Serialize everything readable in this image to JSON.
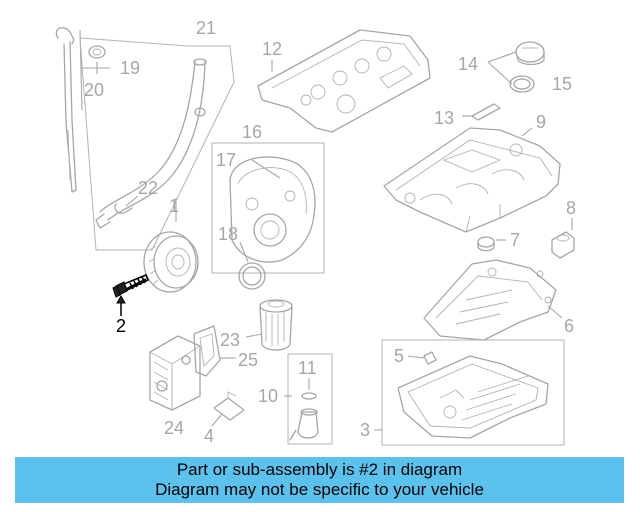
{
  "callouts": [
    {
      "id": "c1",
      "label": "1"
    },
    {
      "id": "c2",
      "label": "2",
      "highlighted": true
    },
    {
      "id": "c3",
      "label": "3"
    },
    {
      "id": "c4",
      "label": "4"
    },
    {
      "id": "c5",
      "label": "5"
    },
    {
      "id": "c6",
      "label": "6"
    },
    {
      "id": "c7",
      "label": "7"
    },
    {
      "id": "c8",
      "label": "8"
    },
    {
      "id": "c9",
      "label": "9"
    },
    {
      "id": "c10",
      "label": "10"
    },
    {
      "id": "c11",
      "label": "11"
    },
    {
      "id": "c12",
      "label": "12"
    },
    {
      "id": "c13",
      "label": "13"
    },
    {
      "id": "c14",
      "label": "14"
    },
    {
      "id": "c15",
      "label": "15"
    },
    {
      "id": "c16",
      "label": "16"
    },
    {
      "id": "c17",
      "label": "17"
    },
    {
      "id": "c18",
      "label": "18"
    },
    {
      "id": "c19",
      "label": "19"
    },
    {
      "id": "c20",
      "label": "20"
    },
    {
      "id": "c21",
      "label": "21"
    },
    {
      "id": "c22",
      "label": "22"
    },
    {
      "id": "c23",
      "label": "23"
    },
    {
      "id": "c24",
      "label": "24"
    },
    {
      "id": "c25",
      "label": "25"
    }
  ],
  "banner": {
    "line1": "Part or sub-assembly is #2 in diagram",
    "line2": "Diagram may not be specific to your vehicle"
  },
  "colors": {
    "banner_bg": "#5bc2ee",
    "parts_line": "#a6a6a6",
    "highlight": "#000000"
  }
}
